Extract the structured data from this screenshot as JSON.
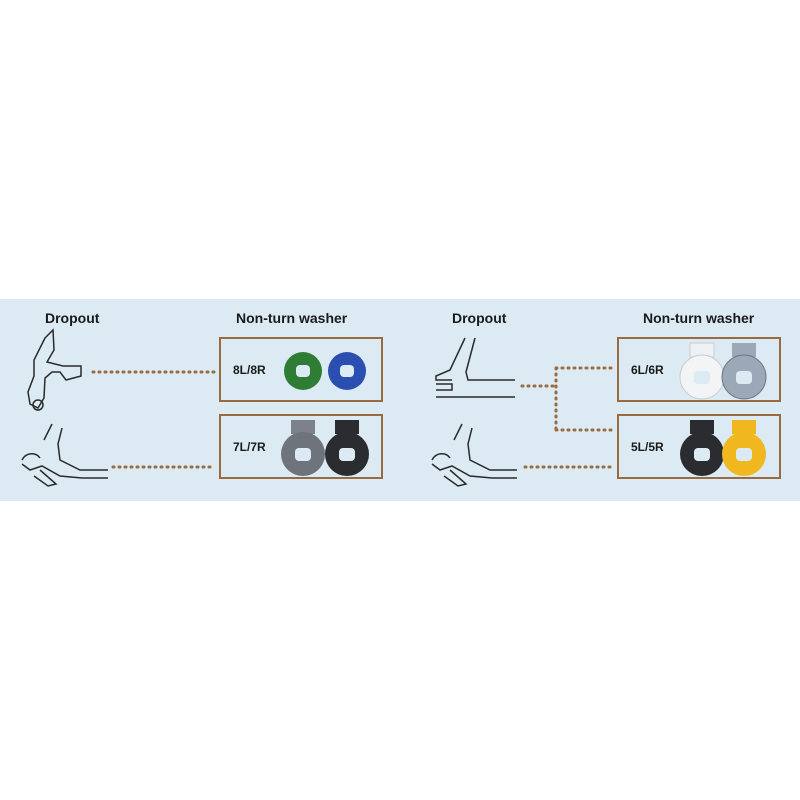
{
  "left": {
    "dropout_heading": "Dropout",
    "washer_heading": "Non-turn washer",
    "rows": [
      {
        "label": "8L/8R",
        "colors": [
          "#2f7d35",
          "#2a4fb0"
        ]
      },
      {
        "label": "7L/7R",
        "colors": [
          "#6f747c",
          "#2a2c2f"
        ]
      }
    ]
  },
  "right": {
    "dropout_heading": "Dropout",
    "washer_heading": "Non-turn washer",
    "rows": [
      {
        "label": "6L/6R",
        "colors": [
          "#f2f4f6",
          "#9aa8b8"
        ]
      },
      {
        "label": "5L/5R",
        "colors": [
          "#2a2c2f",
          "#f0b81e"
        ]
      }
    ]
  },
  "colors": {
    "background": "#dcebf3",
    "border": "#9a6a40",
    "dots": "#9a6a40"
  }
}
